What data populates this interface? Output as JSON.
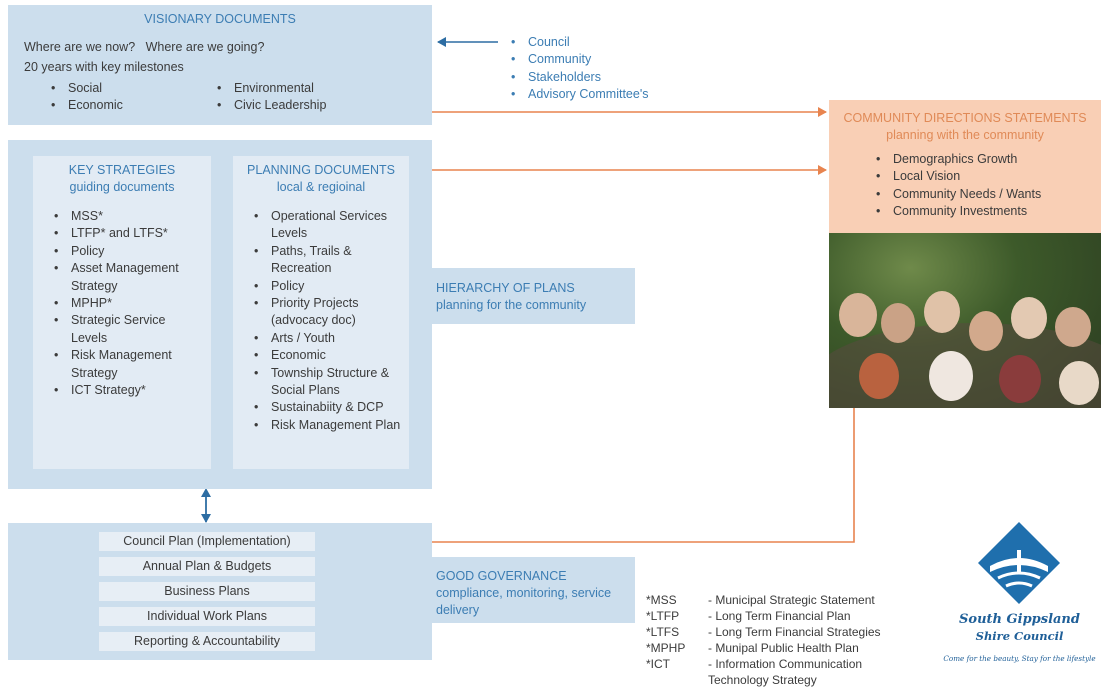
{
  "visionary": {
    "title": "VISIONARY DOCUMENTS",
    "question": "Where are we now?   Where are we going?",
    "milestones": "20 years with key milestones",
    "col1": [
      "Social",
      "Economic"
    ],
    "col2": [
      "Environmental",
      "Civic Leadership"
    ]
  },
  "stakeholders": [
    "Council",
    "Community",
    "Stakeholders",
    "Advisory Committee's"
  ],
  "community_directions": {
    "title": "COMMUNITY DIRECTIONS STATEMENTS",
    "subtitle": "planning with the community",
    "items": [
      "Demographics Growth",
      "Local Vision",
      "Community Needs / Wants",
      "Community Investments"
    ]
  },
  "key_strategies": {
    "title": "KEY STRATEGIES",
    "subtitle": "guiding documents",
    "items": [
      "MSS*",
      "LTFP* and LTFS*",
      "Policy",
      "Asset Management Strategy",
      "MPHP*",
      "Strategic Service Levels",
      "Risk Management Strategy",
      "ICT Strategy*"
    ]
  },
  "planning_documents": {
    "title": "PLANNING DOCUMENTS",
    "subtitle": "local & regioinal",
    "items": [
      "Operational Services Levels",
      "Paths, Trails & Recreation",
      "Policy",
      "Priority Projects (advocacy doc)",
      "Arts / Youth",
      "Economic",
      "Township Structure & Social Plans",
      "Sustainabiity & DCP",
      "Risk Management Plan"
    ]
  },
  "hierarchy": {
    "title": "HIERARCHY OF PLANS",
    "subtitle": "planning for the community"
  },
  "governance_items": [
    "Council Plan (Implementation)",
    "Annual Plan & Budgets",
    "Business Plans",
    "Individual Work Plans",
    "Reporting & Accountability"
  ],
  "good_governance": {
    "title": "GOOD GOVERNANCE",
    "subtitle": "compliance, monitoring, service delivery"
  },
  "glossary": [
    {
      "abbr": "*MSS",
      "def": "- Municipal Strategic Statement"
    },
    {
      "abbr": "*LTFP",
      "def": "- Long Term Financial Plan"
    },
    {
      "abbr": "*LTFS",
      "def": "- Long Term Financial Strategies"
    },
    {
      "abbr": "*MPHP",
      "def": "- Munipal Public Health Plan"
    },
    {
      "abbr": "*ICT",
      "def": "- Information Communication Technology Strategy"
    }
  ],
  "logo": {
    "name_line1": "South Gippsland",
    "name_line2": "Shire Council",
    "tagline": "Come for the beauty, Stay for the lifestyle"
  },
  "colors": {
    "panel": "#ccdeed",
    "inner": "#e2ebf4",
    "blue_text": "#3c7db3",
    "orange": "#e8844f",
    "peach": "#f9cfb5",
    "navy_arrow": "#2d6da3"
  }
}
